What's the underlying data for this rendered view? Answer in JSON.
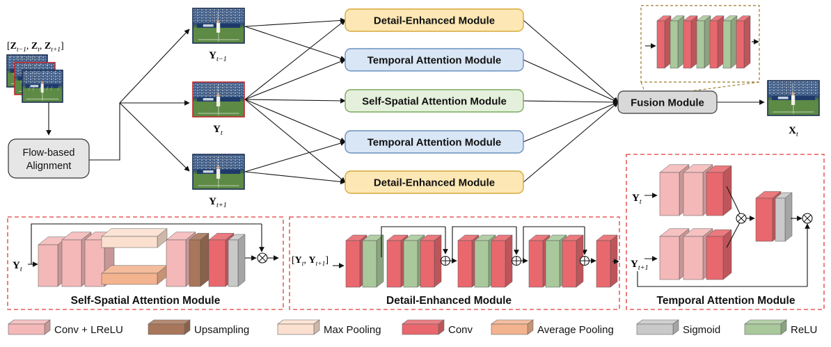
{
  "inputs": {
    "stack_label": "[Z_{t−1}, Z_t, Z_{t+1}]",
    "stack_label_parts": [
      "[",
      "Z",
      "t−1",
      ", ",
      "Z",
      "t",
      ", ",
      "Z",
      "t+1",
      "]"
    ]
  },
  "frames": {
    "y_prev": {
      "base": "Y",
      "sub": "t−1"
    },
    "y_curr": {
      "base": "Y",
      "sub": "t"
    },
    "y_next": {
      "base": "Y",
      "sub": "t+1"
    },
    "x_out": {
      "base": "X",
      "sub": "t"
    }
  },
  "nodes": {
    "flow_alignment": [
      "Flow-based",
      "Alignment"
    ],
    "dem1": "Detail-Enhanced Module",
    "tam1": "Temporal Attention Module",
    "ssam": "Self-Spatial Attention Module",
    "tam2": "Temporal Attention Module",
    "dem2": "Detail-Enhanced Module",
    "fusion": "Fusion Module"
  },
  "panels": {
    "ssam": {
      "title": "Self-Spatial Attention Module",
      "input": {
        "base": "Y",
        "sub": "t"
      }
    },
    "dem": {
      "title": "Detail-Enhanced Module",
      "input": "[Y_t, Y_{t+1}]",
      "input_parts": [
        "[",
        "Y",
        "t",
        ", ",
        "Y",
        "t+1",
        "]"
      ]
    },
    "tam": {
      "title": "Temporal Attention Module",
      "input_top": {
        "base": "Y",
        "sub": "t"
      },
      "input_bottom": {
        "base": "Y",
        "sub": "t+1"
      }
    }
  },
  "legend": [
    {
      "label": "Conv + LReLU",
      "kind": "conv_lrelu"
    },
    {
      "label": "Upsampling",
      "kind": "upsampling"
    },
    {
      "label": "Max Pooling",
      "kind": "maxpool"
    },
    {
      "label": "Conv",
      "kind": "conv"
    },
    {
      "label": "Average Pooling",
      "kind": "avgpool"
    },
    {
      "label": "Sigmoid",
      "kind": "sigmoid"
    },
    {
      "label": "ReLU",
      "kind": "relu"
    }
  ],
  "colors": {
    "conv_lrelu": "#f4b8b8",
    "upsampling": "#a8765a",
    "maxpool": "#fbe0cf",
    "conv": "#e8686e",
    "avgpool": "#f3b38f",
    "sigmoid": "#c9c9c9",
    "relu": "#a9c89b",
    "dem_fill": "#fde8b5",
    "dem_stroke": "#d6a93a",
    "tam_fill": "#d9e6f5",
    "tam_stroke": "#6a8fbf",
    "ssam_fill": "#e4f0dc",
    "ssam_stroke": "#7aa85a",
    "fusion_fill": "#d9d9d9",
    "fusion_stroke": "#555555",
    "frame_red": "#c0282c",
    "panel_dash": "#e23a3a",
    "fusion_zoom": "#9a7a2a"
  }
}
